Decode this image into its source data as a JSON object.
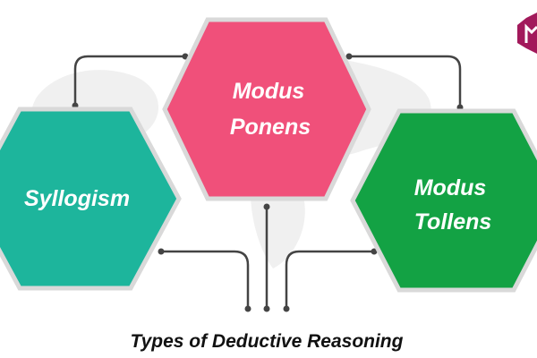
{
  "diagram": {
    "caption": "Types of Deductive Reasoning",
    "nodes": [
      {
        "id": "modus-ponens",
        "lines": [
          "Modus",
          "Ponens"
        ],
        "color": "#f0507a"
      },
      {
        "id": "syllogism",
        "lines": [
          "Syllogism"
        ],
        "color": "#1db59c"
      },
      {
        "id": "modus-tollens",
        "lines": [
          "Modus",
          "Tollens"
        ],
        "color": "#13a244"
      }
    ],
    "colors": {
      "hex_outline": "#d9d9d9",
      "connector": "#444444",
      "map_background": "#f2f2f2",
      "logo": "#a2195b"
    },
    "icons": {
      "logo": "hexagon-logo-icon",
      "background": "world-map-icon"
    }
  }
}
